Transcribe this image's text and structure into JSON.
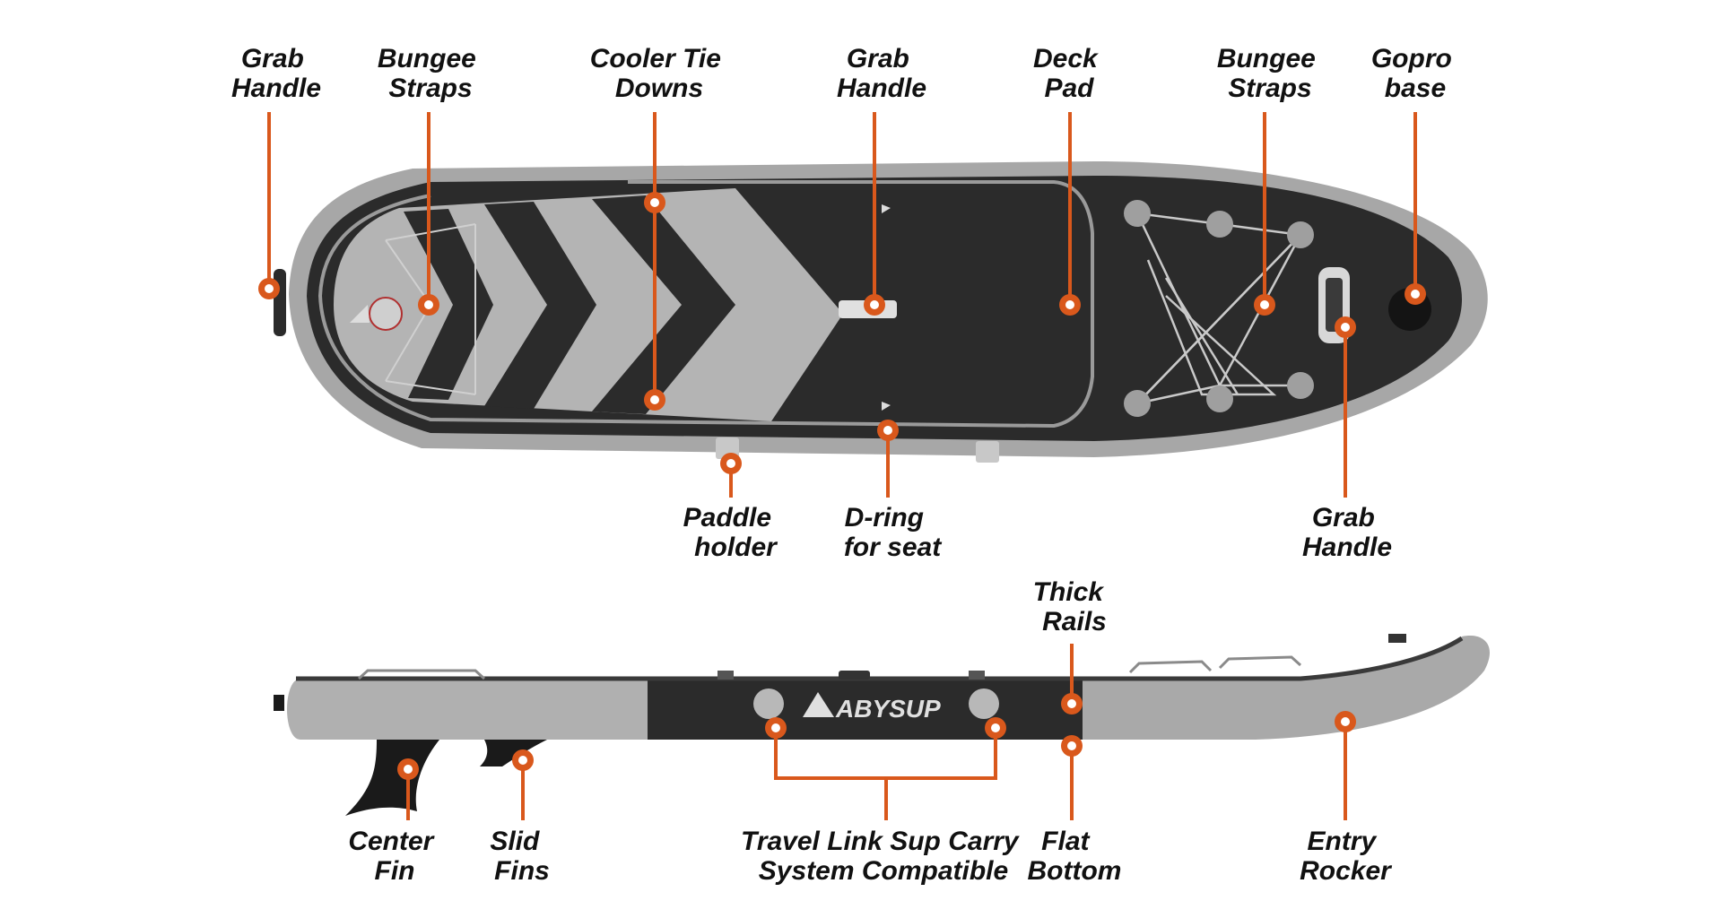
{
  "colors": {
    "accent": "#d9581c",
    "board_dark": "#2b2b2b",
    "board_rail": "#a7a7a7",
    "deck_grey": "#b4b4b4",
    "text": "#111111"
  },
  "labels": {
    "grab_handle_tail": [
      "Grab",
      "Handle"
    ],
    "bungee_straps_front": [
      "Bungee",
      "Straps"
    ],
    "cooler_tie_downs": [
      "Cooler Tie",
      "Downs"
    ],
    "grab_handle_center": [
      "Grab",
      "Handle"
    ],
    "deck_pad": [
      "Deck",
      "Pad"
    ],
    "bungee_straps_nose": [
      "Bungee",
      "Straps"
    ],
    "gopro_base": [
      "Gopro",
      "base"
    ],
    "paddle_holder": [
      "Paddle",
      "holder"
    ],
    "d_ring_seat": [
      "D-ring",
      "for seat"
    ],
    "grab_handle_nose": [
      "Grab",
      "Handle"
    ],
    "thick_rails": [
      "Thick",
      "Rails"
    ],
    "center_fin": [
      "Center",
      "Fin"
    ],
    "slid_fins": [
      "Slid",
      "Fins"
    ],
    "travel_link": [
      "Travel Link Sup Carry",
      "System Compatible"
    ],
    "flat_bottom": [
      "Flat",
      "Bottom"
    ],
    "entry_rocker": [
      "Entry",
      "Rocker"
    ]
  },
  "brand": {
    "logo_text": "ABYSUP"
  }
}
